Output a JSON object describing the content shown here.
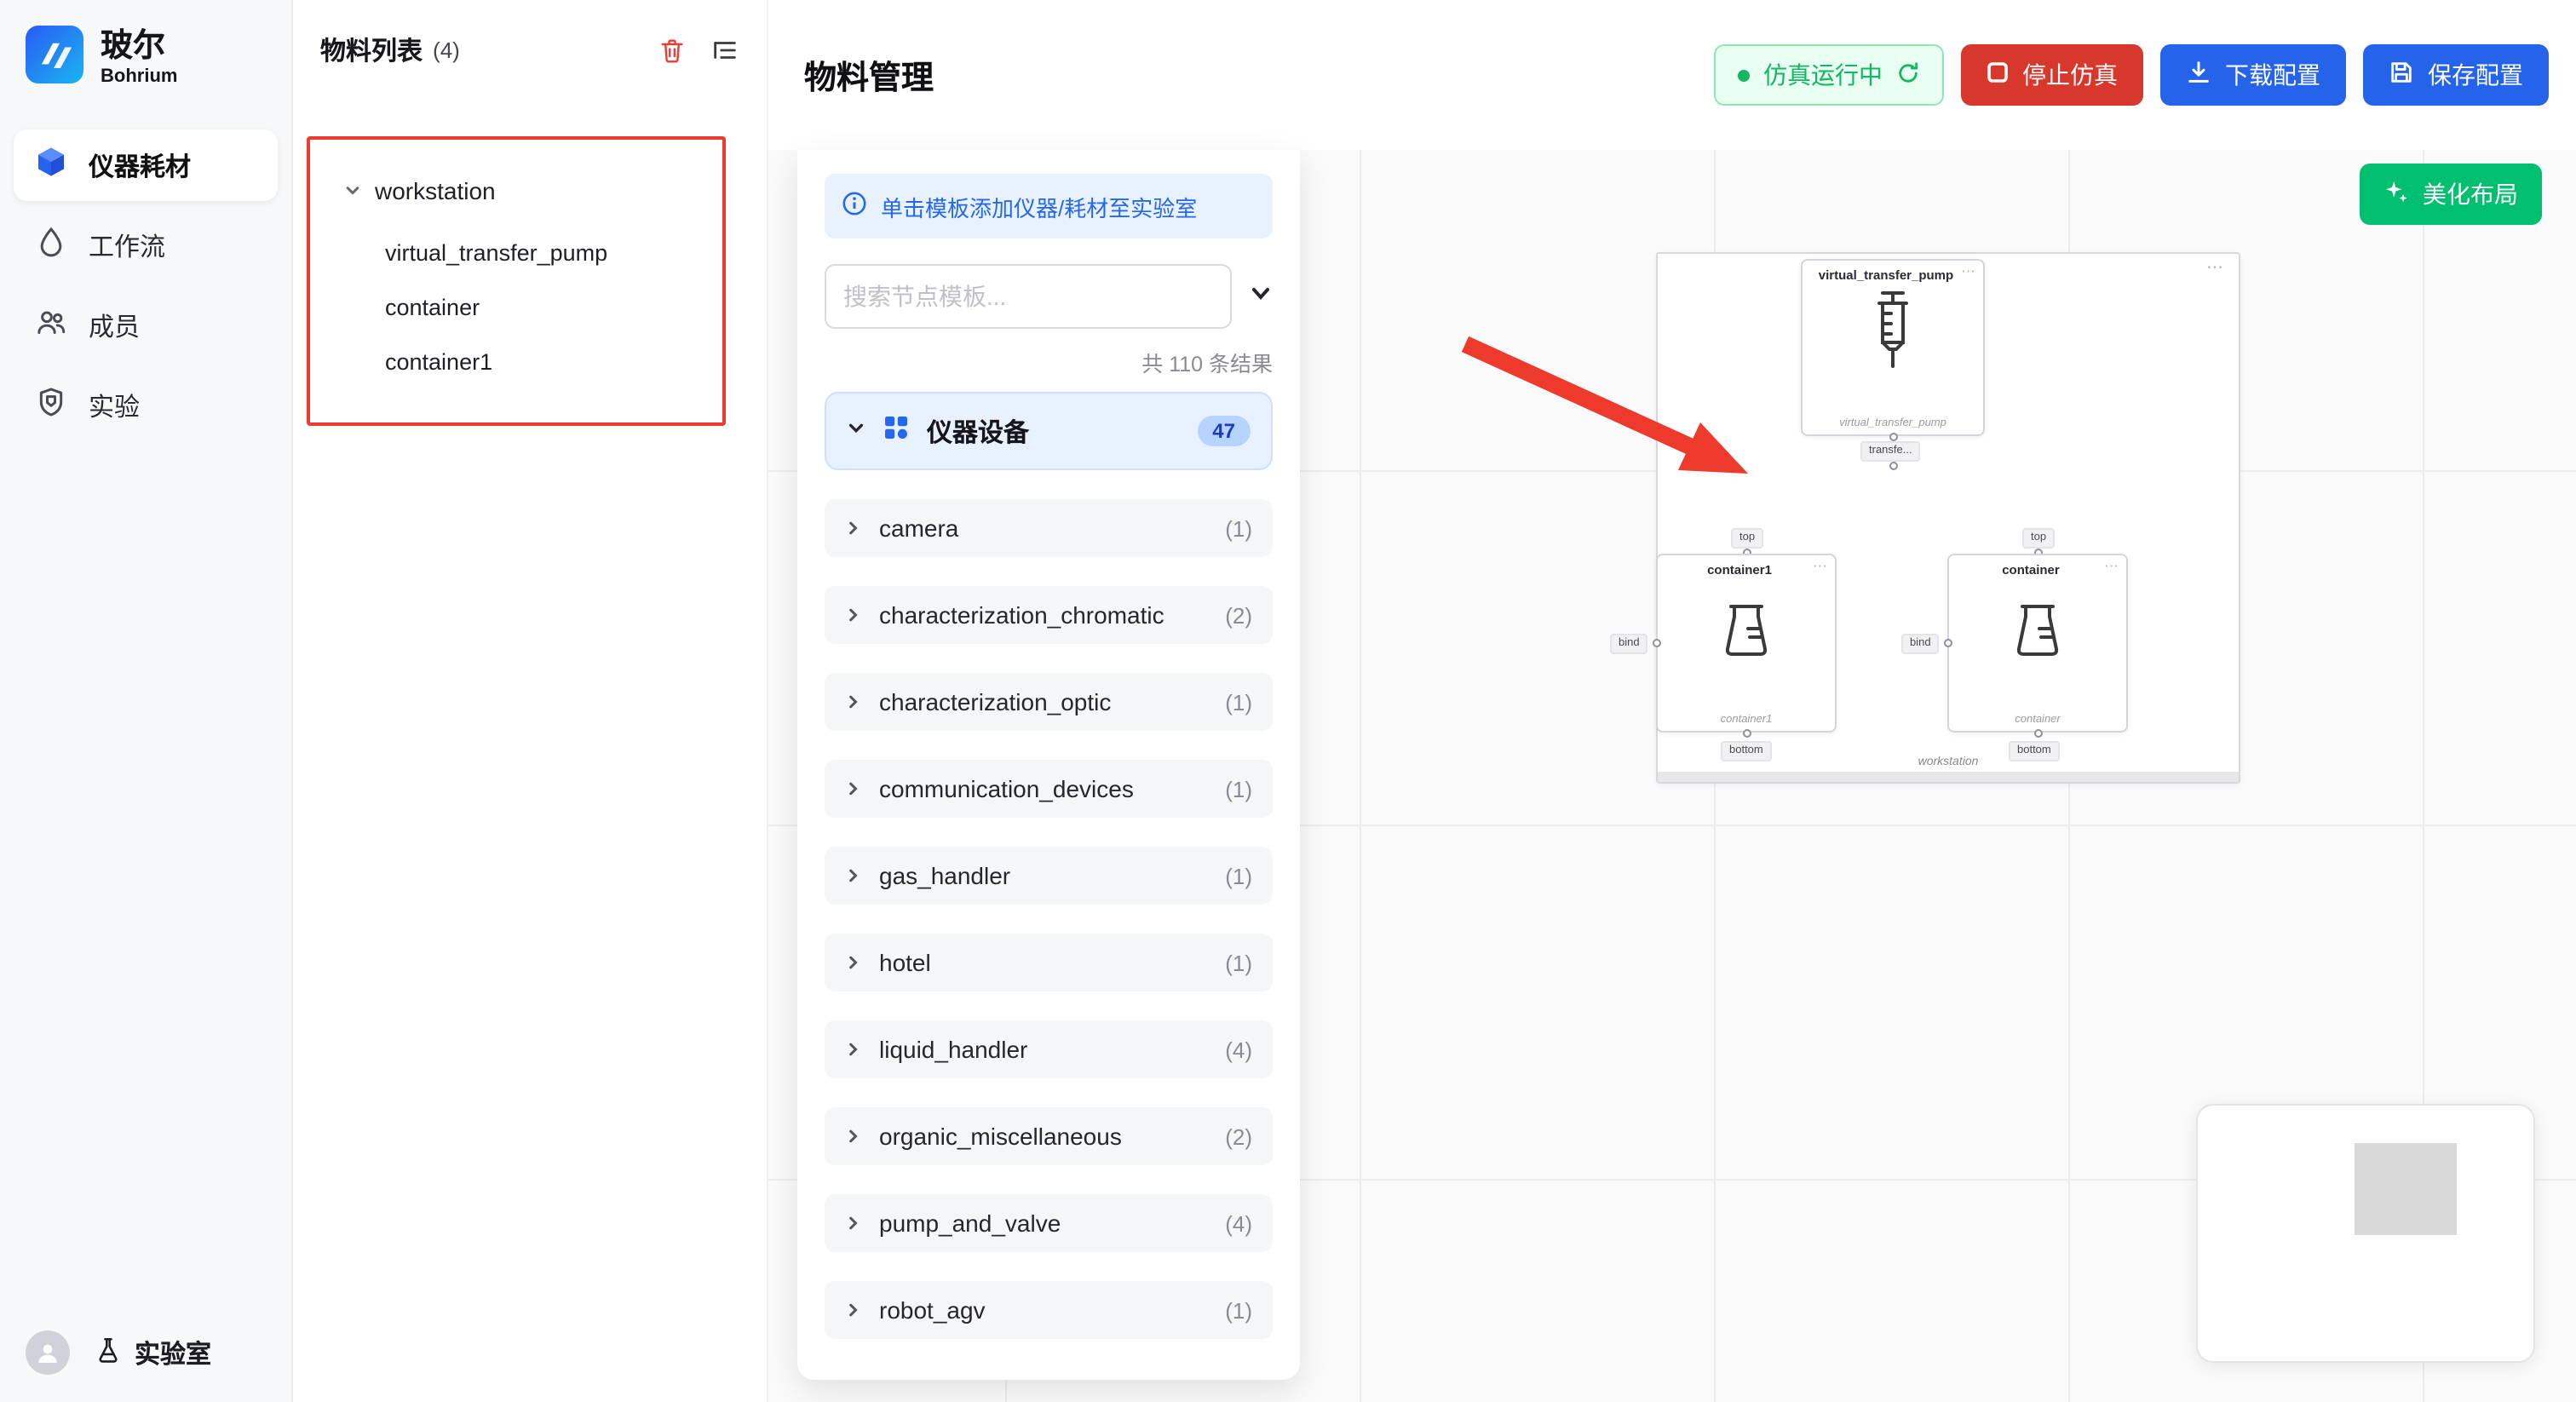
{
  "brand": {
    "name": "玻尔",
    "subtitle": "Bohrium"
  },
  "sidebar": {
    "items": [
      {
        "label": "仪器耗材"
      },
      {
        "label": "工作流"
      },
      {
        "label": "成员"
      },
      {
        "label": "实验"
      }
    ],
    "footer": {
      "label": "实验室"
    }
  },
  "materials_panel": {
    "title": "物料列表",
    "count": "(4)",
    "tree": {
      "root": "workstation",
      "children": [
        "virtual_transfer_pump",
        "container",
        "container1"
      ]
    }
  },
  "header": {
    "title": "物料管理",
    "status": "仿真运行中",
    "stop_button": "停止仿真",
    "download_button": "下载配置",
    "save_button": "保存配置"
  },
  "template_panel": {
    "banner": "单击模板添加仪器/耗材至实验室",
    "search_placeholder": "搜索节点模板...",
    "results_text": "共 110 条结果",
    "category": {
      "label": "仪器设备",
      "count": "47"
    },
    "items": [
      {
        "label": "camera",
        "count": "(1)"
      },
      {
        "label": "characterization_chromatic",
        "count": "(2)"
      },
      {
        "label": "characterization_optic",
        "count": "(1)"
      },
      {
        "label": "communication_devices",
        "count": "(1)"
      },
      {
        "label": "gas_handler",
        "count": "(1)"
      },
      {
        "label": "hotel",
        "count": "(1)"
      },
      {
        "label": "liquid_handler",
        "count": "(4)"
      },
      {
        "label": "organic_miscellaneous",
        "count": "(2)"
      },
      {
        "label": "pump_and_valve",
        "count": "(4)"
      },
      {
        "label": "robot_agv",
        "count": "(1)"
      }
    ]
  },
  "canvas": {
    "beautify_button": "美化布局",
    "group_label": "workstation",
    "pump_node": {
      "title": "virtual_transfer_pump",
      "subtitle": "virtual_transfer_pump",
      "port": "transfe..."
    },
    "container1_node": {
      "title": "container1",
      "subtitle": "container1",
      "top_port": "top",
      "bottom_port": "bottom",
      "bind_label": "bind"
    },
    "container_node": {
      "title": "container",
      "subtitle": "container",
      "top_port": "top",
      "bottom_port": "bottom",
      "bind_label": "bind"
    }
  },
  "glyphs": {
    "more": "⋯"
  },
  "colors": {
    "accent_blue": "#2563eb",
    "success_green": "#12b764",
    "button_green": "#00bf6f",
    "danger_red": "#d8382c",
    "annotation_red": "#ee3a2c"
  }
}
